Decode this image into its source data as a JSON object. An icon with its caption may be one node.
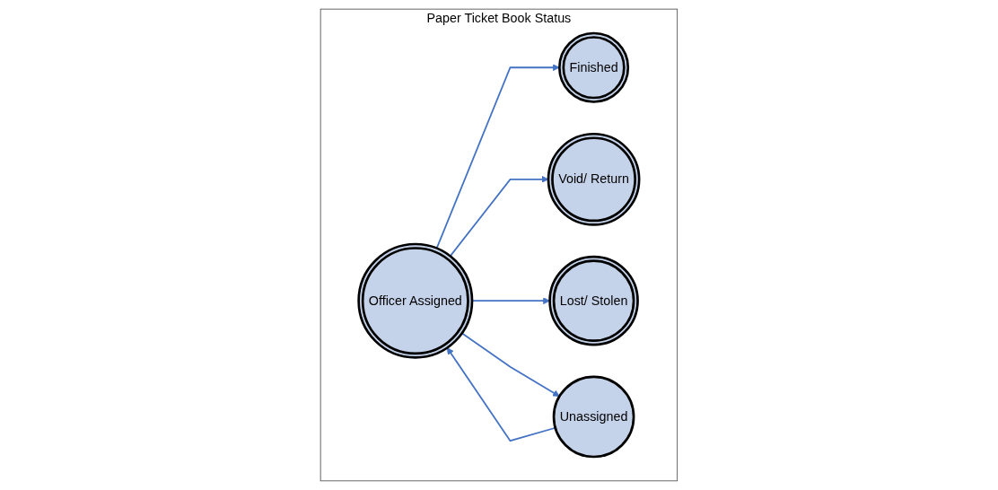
{
  "diagram": {
    "nodes": [
      {
        "text": [
          "Paper Ticket Book Status"
        ]
      },
      {
        "text": [
          "Officer Assigned"
        ],
        "in": 0
      },
      {
        "text": [
          "Finished"
        ],
        "in": 0
      },
      {
        "text": [
          "Void/ Return"
        ],
        "in": 0
      },
      {
        "text": [
          "Lost/ Stolen"
        ],
        "in": 0
      },
      {
        "text": [
          "Unassigned"
        ],
        "in": 0
      }
    ],
    "edges": [
      {
        "from": 1,
        "to": 2,
        "arrow": "to"
      },
      {
        "from": 1,
        "to": 3,
        "arrow": "to"
      },
      {
        "from": 1,
        "to": 4,
        "arrow": "to"
      },
      {
        "from": 1,
        "to": 5,
        "arrow": "to"
      },
      {
        "from": 5,
        "to": 1,
        "arrow": "to"
      }
    ]
  }
}
